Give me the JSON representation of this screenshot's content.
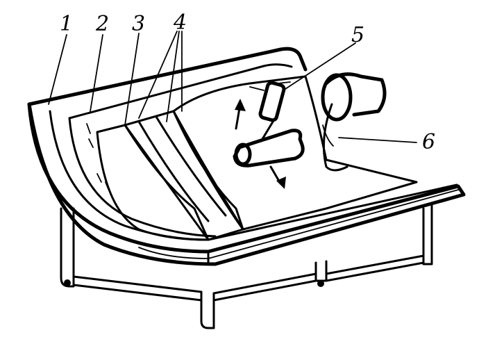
{
  "labels": [
    "1",
    "2",
    "3",
    "4",
    "5",
    "6"
  ],
  "colors": {
    "ink": "#000000",
    "background": "#ffffff"
  }
}
